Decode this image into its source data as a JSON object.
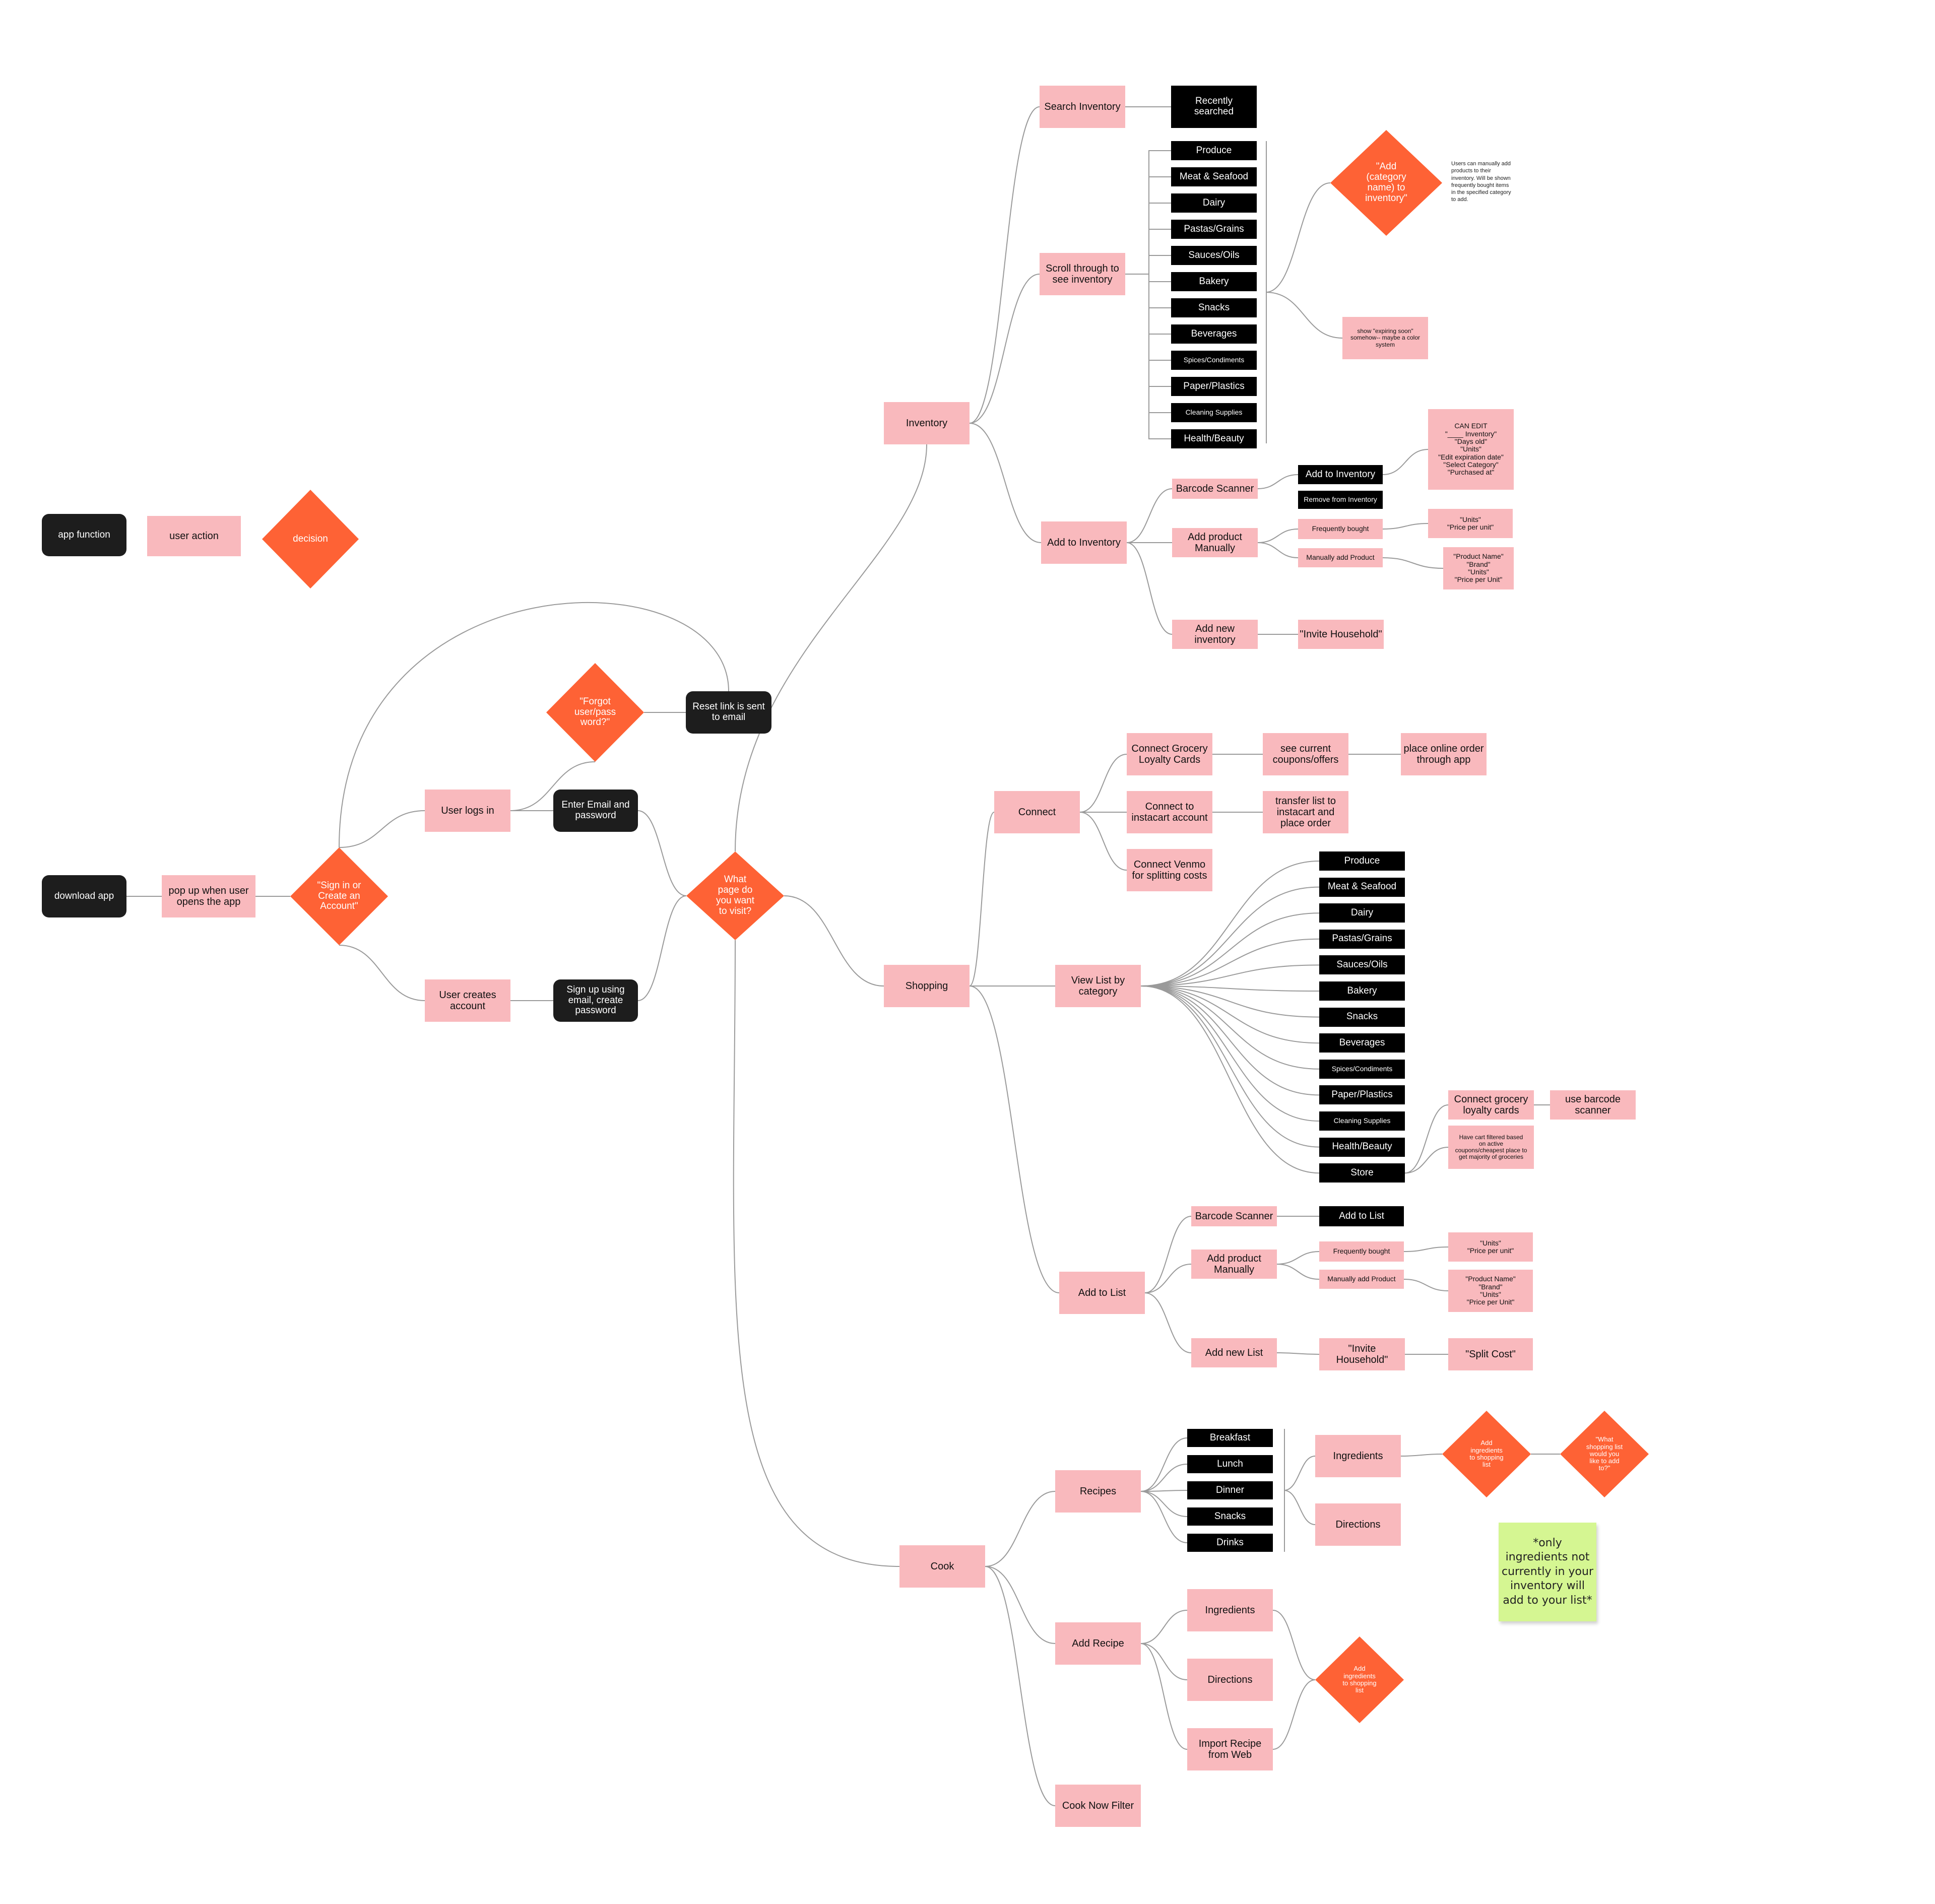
{
  "colors": {
    "user_action": "#f9b9bd",
    "app_function": "#1d1d1d",
    "decision": "#fe6235",
    "sticky_note": "#d5f692",
    "connector": "#9a9a9a"
  },
  "legend": {
    "app_function": "app function",
    "user_action": "user action",
    "decision": "decision"
  },
  "onboarding": {
    "download_app": "download app",
    "popup": "pop up when user\nopens the app",
    "sign_in_decision": "\"Sign in or\nCreate an\nAccount\"",
    "user_logs_in": "User logs in",
    "enter_email": "Enter Email and\npassword",
    "forgot_decision": "\"Forgot\nuser/pass\nword?\"",
    "reset_link": "Reset link is sent\nto email",
    "user_creates": "User creates\naccount",
    "sign_up": "Sign up using\nemail, create\npassword",
    "page_decision": "What\npage do\nyou want\nto visit?"
  },
  "inventory": {
    "title": "Inventory",
    "search": "Search Inventory",
    "recently_searched": "Recently\nsearched",
    "scroll": "Scroll through to\nsee inventory",
    "categories": [
      "Produce",
      "Meat & Seafood",
      "Dairy",
      "Pastas/Grains",
      "Sauces/Oils",
      "Bakery",
      "Snacks",
      "Beverages",
      "Spices/Condiments",
      "Paper/Plastics",
      "Cleaning Supplies",
      "Health/Beauty"
    ],
    "add_category_decision": "\"Add\n(category\nname) to\ninventory\"",
    "add_category_note": "Users can manually add products to their inventory. Will be shown frequently bought items in the specified category to add.",
    "expiring_soon": "show \"expiring soon\"\nsomehow-- maybe a color\nsystem",
    "add_to_inventory": "Add to Inventory",
    "barcode_scanner": "Barcode Scanner",
    "add_to_inventory_action": "Add to Inventory",
    "remove_from_inventory": "Remove from Inventory",
    "can_edit": "CAN EDIT\n\"____ Inventory\"\n\"Days old\"\n\"Units\"\n\"Edit expiration date\"\n\"Select Category\"\n\"Purchased at\"",
    "add_manually": "Add product\nManually",
    "frequently_bought": "Frequently bought",
    "units_price": "\"Units\"\n\"Price per unit\"",
    "manually_add_product": "Manually add Product",
    "product_details": "\"Product Name\"\n\"Brand\"\n\"Units\"\n\"Price per Unit\"",
    "add_new_inventory": "Add new\ninventory",
    "invite_household": "\"Invite Household\""
  },
  "shopping": {
    "title": "Shopping",
    "connect": "Connect",
    "connect_loyalty": "Connect Grocery\nLoyalty Cards",
    "see_coupons": "see current\ncoupons/offers",
    "place_order": "place online order\nthrough app",
    "connect_instacart": "Connect to\ninstacart account",
    "transfer_list": "transfer list to\ninstacart and\nplace order",
    "connect_venmo": "Connect Venmo\nfor splitting costs",
    "view_list": "View List by\ncategory",
    "categories": [
      "Produce",
      "Meat & Seafood",
      "Dairy",
      "Pastas/Grains",
      "Sauces/Oils",
      "Bakery",
      "Snacks",
      "Beverages",
      "Spices/Condiments",
      "Paper/Plastics",
      "Cleaning Supplies",
      "Health/Beauty",
      "Store"
    ],
    "connect_grocery_loyalty": "Connect grocery\nloyalty cards",
    "use_barcode": "use barcode\nscanner",
    "cart_filtered": "Have cart filtered based\non active\ncoupons/cheapest place to\nget majority of groceries",
    "add_to_list": "Add to List",
    "barcode_scanner": "Barcode Scanner",
    "add_to_list_action": "Add to List",
    "add_manually": "Add product\nManually",
    "frequently_bought": "Frequently bought",
    "units_price": "\"Units\"\n\"Price per unit\"",
    "manually_add_product": "Manually add Product",
    "product_details": "\"Product Name\"\n\"Brand\"\n\"Units\"\n\"Price per Unit\"",
    "add_new_list": "Add new List",
    "invite_household": "\"Invite\nHousehold\"",
    "split_cost": "\"Split Cost\""
  },
  "cook": {
    "title": "Cook",
    "recipes": "Recipes",
    "meals": [
      "Breakfast",
      "Lunch",
      "Dinner",
      "Snacks",
      "Drinks"
    ],
    "ingredients": "Ingredients",
    "directions": "Directions",
    "add_to_shopping_decision": "Add\ningredients\nto shopping\nlist",
    "what_to_add_decision": "\"What\nshopping list\nwould you\nlike to add\nto?\"",
    "sticky_note": "*only\ningredients not\ncurrently in your\ninventory will\nadd to your list*",
    "add_recipe": "Add Recipe",
    "ar_ingredients": "Ingredients",
    "ar_directions": "Directions",
    "import_recipe": "Import Recipe\nfrom Web",
    "ar_add_to_shopping": "Add\ningredients\nto shopping\nlist",
    "cook_now": "Cook Now Filter"
  }
}
